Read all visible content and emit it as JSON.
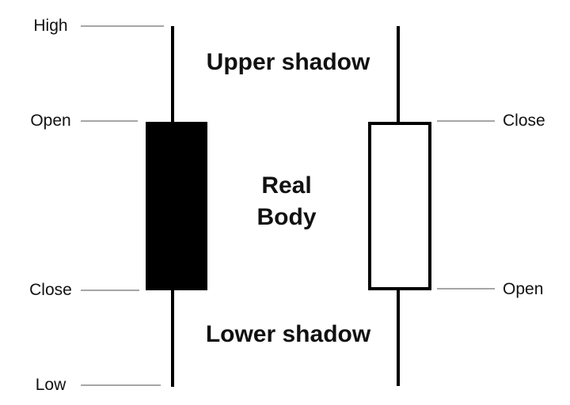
{
  "colors": {
    "candle_black": "#000000",
    "leader_line": "#a6a6a6",
    "text": "#111111",
    "background": "#ffffff"
  },
  "left_candle": {
    "style": "filled",
    "labels": {
      "high": "High",
      "open": "Open",
      "close": "Close",
      "low": "Low"
    }
  },
  "right_candle": {
    "style": "hollow",
    "labels": {
      "close": "Close",
      "open": "Open"
    }
  },
  "annotations": {
    "upper_shadow": "Upper shadow",
    "real_body_line1": "Real",
    "real_body_line2": "Body",
    "lower_shadow": "Lower shadow"
  }
}
